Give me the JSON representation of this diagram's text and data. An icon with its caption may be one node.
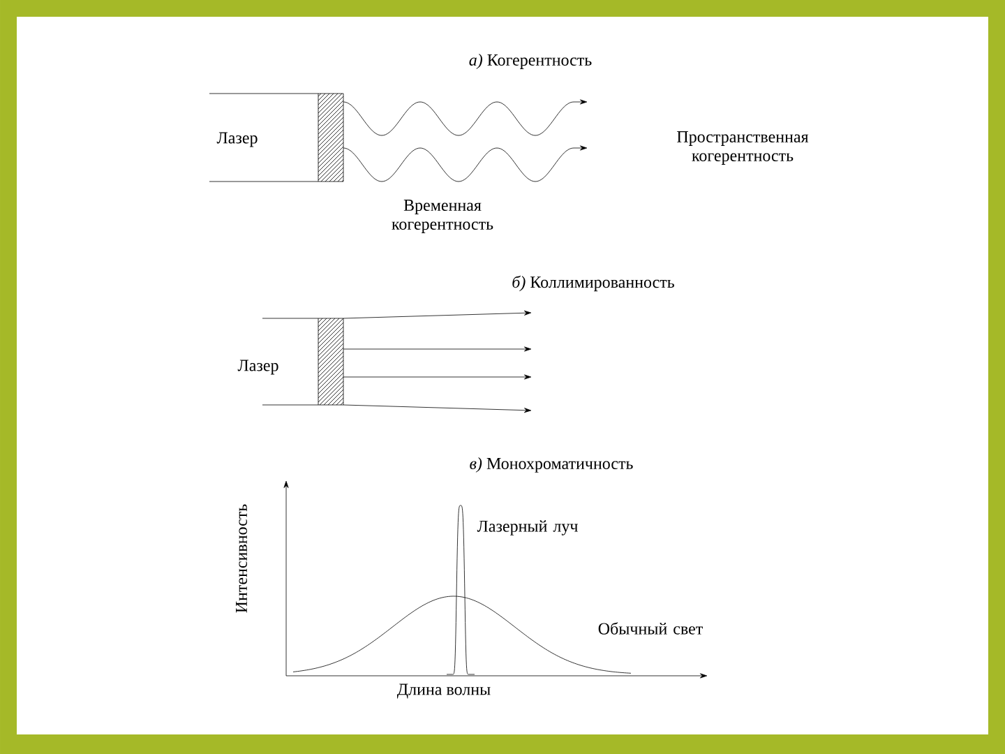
{
  "diagram": {
    "labels": [
      "*а)* Когерентность",
      "Лазер",
      "Пространственная когерентность",
      "Временная когерентность",
      "*б)* Коллимированность",
      "Лазер",
      "*в)* Монохроматичность",
      "Интенсивность",
      "Лазерный луч",
      "Обычный свет",
      "Длина волны"
    ]
  }
}
